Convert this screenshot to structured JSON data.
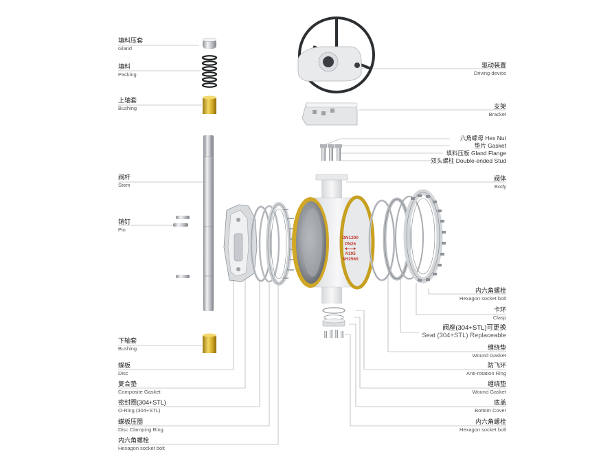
{
  "colors": {
    "leader": "#9a9a9a",
    "metal_light": "#e6e8ea",
    "metal_mid": "#b9bcc0",
    "metal_dark": "#7d8186",
    "brass": "#c7a020",
    "brass_light": "#efd45a",
    "body_white": "#ecedef",
    "handwheel": "#2d3033",
    "marking_red": "#c0392b"
  },
  "body_marking": {
    "line1": "DN1200",
    "line2": "PN25",
    "line3": "A105",
    "line4": "SH2560"
  },
  "left_labels": [
    {
      "zh": "填料压套",
      "en": "Gland"
    },
    {
      "zh": "填料",
      "en": "Packing"
    },
    {
      "zh": "上轴套",
      "en": "Bushing"
    },
    {
      "zh": "阀杆",
      "en": "Stem"
    },
    {
      "zh": "销钉",
      "en": "Pin"
    },
    {
      "zh": "下轴套",
      "en": "Bushing"
    },
    {
      "zh": "蝶板",
      "en": "Disc"
    },
    {
      "zh": "复合垫",
      "en": "Composite Gasket"
    },
    {
      "zh": "密封圈(304+STL)",
      "en": "O-Ring (304+STL)"
    },
    {
      "zh": "蝶板压圈",
      "en": "Disc Clamping Ring"
    },
    {
      "zh": "内六角螺栓",
      "en": "Hexagon socket bolt"
    }
  ],
  "right_labels": [
    {
      "zh": "驱动装置",
      "en": "Driving device"
    },
    {
      "zh": "支架",
      "en": "Bracket"
    },
    {
      "zh": "阀体",
      "en": "Body"
    },
    {
      "zh": "内六角螺栓",
      "en": "Hexagon socket bolt"
    },
    {
      "zh": "卡环",
      "en": "Clasp"
    },
    {
      "zh": "阀座(304+STL)可更换",
      "en": "Seat (304+STL) Replaceable"
    },
    {
      "zh": "缠绕垫",
      "en": "Wound Gasket"
    },
    {
      "zh": "防飞环",
      "en": "Anti-rotation Ring"
    },
    {
      "zh": "缠绕垫",
      "en": "Wound Gasket"
    },
    {
      "zh": "底盖",
      "en": "Bottom Cover"
    },
    {
      "zh": "内六角螺栓",
      "en": "Hexagon socket bolt"
    }
  ],
  "inline_labels": [
    "六角螺母 Hex Nut",
    "垫片 Gasket",
    "填料压板 Gland Flange",
    "双头螺柱 Double-ended Stud"
  ]
}
